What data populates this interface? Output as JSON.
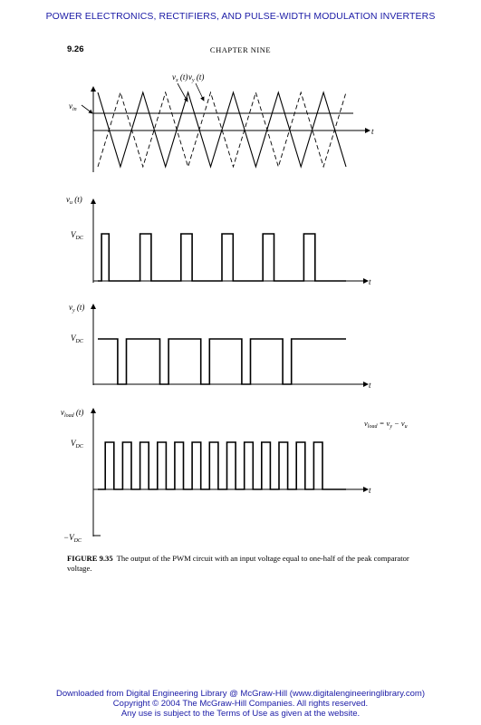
{
  "header": {
    "running_title": "POWER ELECTRONICS, RECTIFIERS, AND PULSE-WIDTH MODULATION INVERTERS",
    "page_number": "9.26",
    "chapter": "CHAPTER NINE"
  },
  "figure": {
    "panel1": {
      "label_vx": "vx(t)",
      "label_vy": "vy(t)",
      "label_vin": "vin",
      "axis_t": "t",
      "triangle_cycles": 5.5,
      "vin_level_fraction": 0.5
    },
    "panel2": {
      "ylabel": "vu(t)",
      "level_label": "VDC",
      "axis_t": "t",
      "pulses": [
        [
          0.015,
          0.045
        ],
        [
          0.17,
          0.215
        ],
        [
          0.335,
          0.38
        ],
        [
          0.5,
          0.545
        ],
        [
          0.665,
          0.71
        ],
        [
          0.83,
          0.875
        ]
      ]
    },
    "panel3": {
      "ylabel": "vy(t)",
      "level_label": "VDC",
      "axis_t": "t",
      "low_intervals": [
        [
          0.08,
          0.115
        ],
        [
          0.25,
          0.285
        ],
        [
          0.415,
          0.45
        ],
        [
          0.58,
          0.615
        ],
        [
          0.745,
          0.78
        ]
      ]
    },
    "panel4": {
      "ylabel": "vload(t)",
      "level_label": "VDC",
      "neg_level_label": "−VDC",
      "axis_t": "t",
      "formula": "vload = vy − vu",
      "pulses": [
        [
          0.03,
          0.065
        ],
        [
          0.1,
          0.135
        ],
        [
          0.17,
          0.205
        ],
        [
          0.24,
          0.275
        ],
        [
          0.31,
          0.345
        ],
        [
          0.38,
          0.415
        ],
        [
          0.45,
          0.485
        ],
        [
          0.52,
          0.555
        ],
        [
          0.59,
          0.625
        ],
        [
          0.66,
          0.695
        ],
        [
          0.73,
          0.765
        ],
        [
          0.8,
          0.835
        ],
        [
          0.87,
          0.905
        ]
      ]
    }
  },
  "caption": {
    "label": "FIGURE 9.35",
    "text": "The output of the PWM circuit with an input voltage equal to one-half of the peak comparator voltage."
  },
  "footer": {
    "line1": "Downloaded from Digital Engineering Library @ McGraw-Hill (www.digitalengineeringlibrary.com)",
    "line2": "Copyright © 2004 The McGraw-Hill Companies. All rights reserved.",
    "line3": "Any use is subject to the Terms of Use as given at the website."
  }
}
